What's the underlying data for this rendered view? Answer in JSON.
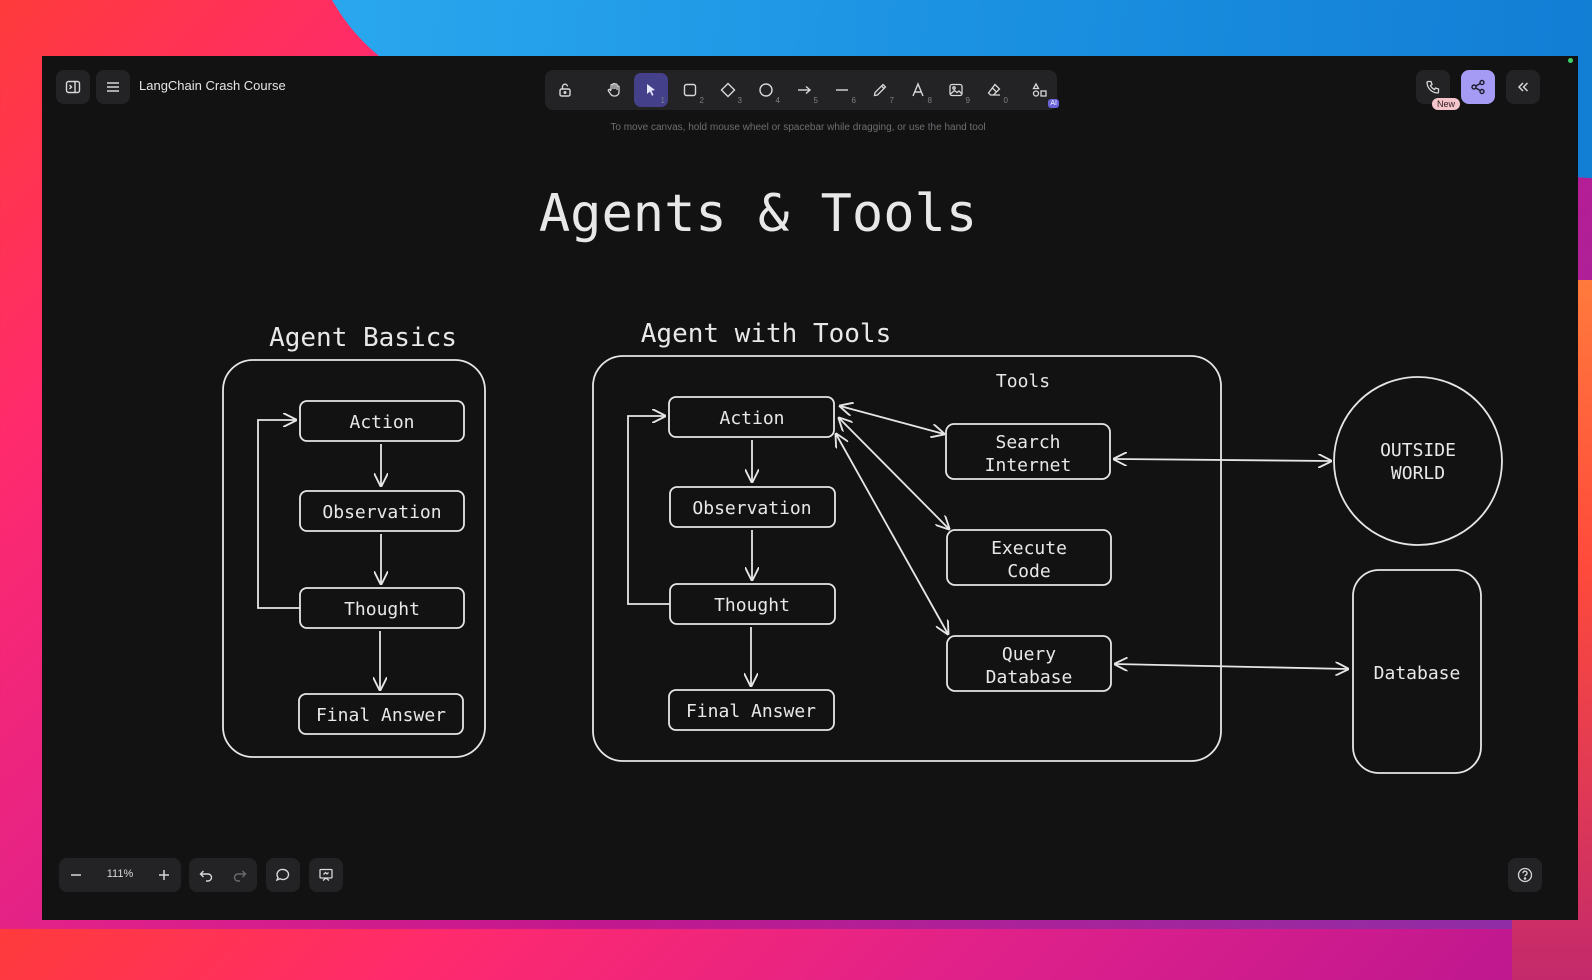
{
  "app": {
    "document_title": "LangChain Crash Course",
    "hint": "To move canvas, hold mouse wheel or spacebar while dragging, or use the hand tool",
    "new_badge": "New",
    "accent_color": "#a59bf5"
  },
  "toolbar": {
    "tools": [
      {
        "name": "lock-tool",
        "icon": "lock-open-icon",
        "kbd": ""
      },
      {
        "name": "hand-tool",
        "icon": "hand-icon",
        "kbd": ""
      },
      {
        "name": "select-tool",
        "icon": "pointer-icon",
        "kbd": "1",
        "active": true
      },
      {
        "name": "rectangle-tool",
        "icon": "square-icon",
        "kbd": "2"
      },
      {
        "name": "diamond-tool",
        "icon": "diamond-icon",
        "kbd": "3"
      },
      {
        "name": "ellipse-tool",
        "icon": "circle-icon",
        "kbd": "4"
      },
      {
        "name": "arrow-tool",
        "icon": "arrow-right-icon",
        "kbd": "5"
      },
      {
        "name": "line-tool",
        "icon": "line-icon",
        "kbd": "6"
      },
      {
        "name": "draw-tool",
        "icon": "pencil-icon",
        "kbd": "7"
      },
      {
        "name": "text-tool",
        "icon": "text-icon",
        "kbd": "8"
      },
      {
        "name": "image-tool",
        "icon": "image-icon",
        "kbd": "9"
      },
      {
        "name": "eraser-tool",
        "icon": "eraser-icon",
        "kbd": "0"
      },
      {
        "name": "more-shapes-tool",
        "icon": "shapes-icon",
        "kbd": "",
        "badge": "AI"
      }
    ]
  },
  "zoom": {
    "label": "111%"
  },
  "canvas": {
    "title": "Agents & Tools",
    "agent_basics": {
      "heading": "Agent Basics",
      "nodes": {
        "action": "Action",
        "observation": "Observation",
        "thought": "Thought",
        "final": "Final Answer"
      }
    },
    "agent_tools": {
      "heading": "Agent with Tools",
      "tools_label": "Tools",
      "nodes": {
        "action": "Action",
        "observation": "Observation",
        "thought": "Thought",
        "final": "Final Answer"
      },
      "tools": {
        "search_line1": "Search",
        "search_line2": "Internet",
        "exec_line1": "Execute",
        "exec_line2": "Code",
        "query_line1": "Query",
        "query_line2": "Database"
      }
    },
    "external": {
      "outside_line1": "OUTSIDE",
      "outside_line2": "WORLD",
      "database": "Database"
    }
  }
}
